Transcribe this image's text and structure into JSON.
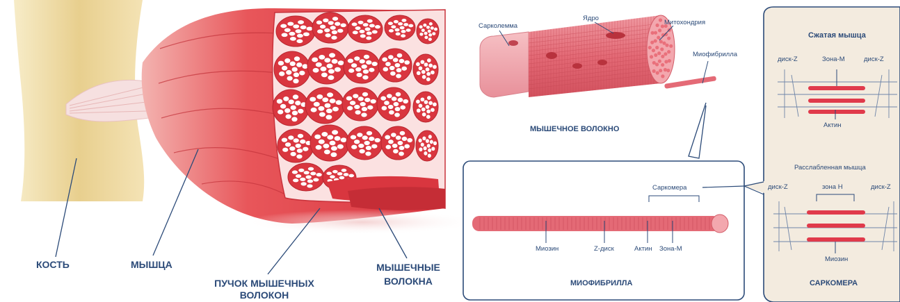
{
  "left": {
    "bone": "КОСТЬ",
    "muscle": "МЫШЦА",
    "bundle_line1": "ПУЧОК МЫШЕЧНЫХ",
    "bundle_line2": "ВОЛОКОН",
    "fibers_line1": "МЫШЕЧНЫЕ",
    "fibers_line2": "ВОЛОКНА"
  },
  "fiber": {
    "sarcolemma": "Сарколемма",
    "nucleus": "Ядро",
    "mitochondria": "Митохондрия",
    "myofibril": "Миофибрилла",
    "title": "МЫШЕЧНОЕ ВОЛОКНО"
  },
  "myofibril_box": {
    "sarcomere": "Саркомера",
    "myosin": "Миозин",
    "zdisc": "Z-диск",
    "actin": "Актин",
    "mzone": "Зона-М",
    "title": "МИОФИБРИЛЛА"
  },
  "sarcomere_box": {
    "contracted": "Сжатая мышца",
    "z_left": "диск-Z",
    "m_zone": "Зона-М",
    "z_right": "диск-Z",
    "actin": "Актин",
    "relaxed": "Расслабленная мышца",
    "z_left2": "диск-Z",
    "h_zone": "зона Н",
    "z_right2": "диск-Z",
    "myosin": "Миозин",
    "title": "САРКОМЕРА"
  },
  "colors": {
    "label": "#2b4a78",
    "muscle": "#e0414a",
    "muscle_dark": "#b8262f",
    "fiber_pink": "#e9737d",
    "panel": "#f1e8dc",
    "bone": "#ecd9a6"
  }
}
